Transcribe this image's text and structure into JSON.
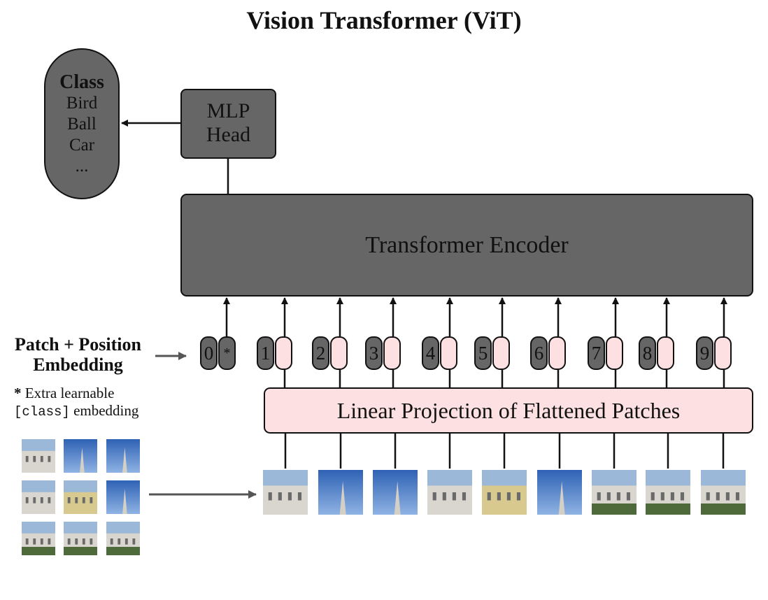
{
  "title": "Vision Transformer (ViT)",
  "class_box": {
    "heading": "Class",
    "items": [
      "Bird",
      "Ball",
      "Car",
      "..."
    ]
  },
  "mlp_head": {
    "line1": "MLP",
    "line2": "Head"
  },
  "encoder": {
    "label": "Transformer Encoder"
  },
  "linear_projection": {
    "label": "Linear Projection of Flattened Patches"
  },
  "embedding_label": {
    "line1": "Patch + Position",
    "line2": "Embedding"
  },
  "note": {
    "star": "*",
    "line1_text": "Extra learnable",
    "code": "[class]",
    "line2_text": "embedding"
  },
  "tokens": [
    "0",
    "1",
    "2",
    "3",
    "4",
    "5",
    "6",
    "7",
    "8",
    "9"
  ],
  "class_token_marker": "*",
  "colors": {
    "dark_box": "#666666",
    "pink_box": "#fde0e1",
    "stroke": "#111111",
    "sky": "#4f7fc4"
  },
  "icons": {
    "patch_image": "photo-patch-icon",
    "arrow": "arrow-icon"
  }
}
